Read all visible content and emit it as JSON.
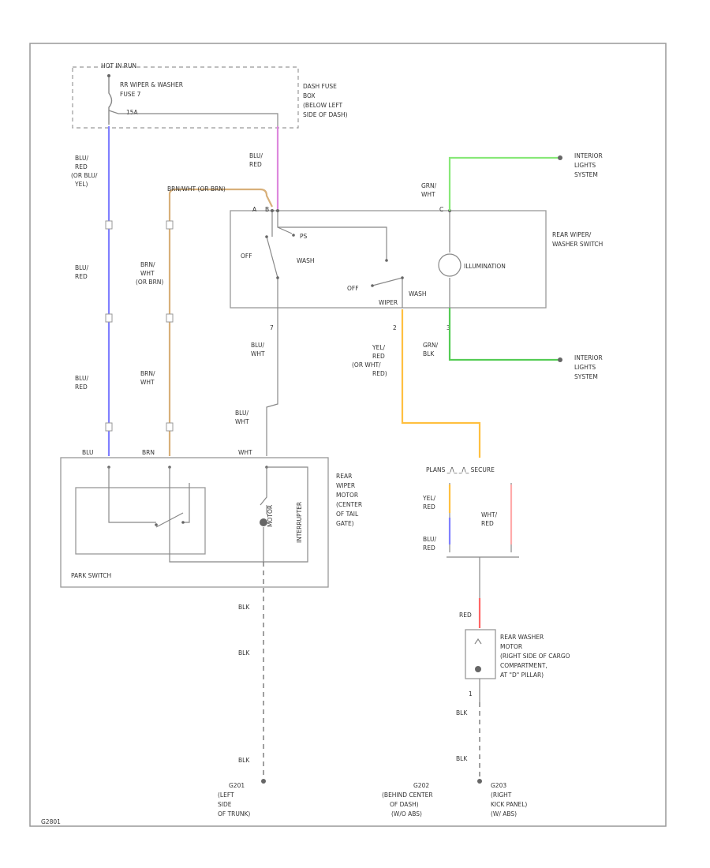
{
  "colors": {
    "blu_red": "#8080ff",
    "brn_wht": "#d8b07a",
    "blu_red_pink": "#dd88dd",
    "grn_wht": "#88e878",
    "grn_blk": "#55cc55",
    "yel_red": "#ffc040",
    "red": "#ff6666",
    "pink": "#ffaaaa",
    "wire_gray": "#888888"
  },
  "fuse": {
    "hot_label": "HOT IN RUN",
    "name_line1": "RR WIPER & WASHER",
    "name_line2": "FUSE 7",
    "amp": "15A",
    "box_line1": "DASH FUSE",
    "box_line2": "BOX",
    "box_line3": "(BELOW LEFT",
    "box_line4": "SIDE OF DASH)"
  },
  "wires": {
    "left_1_a": "BLU/",
    "left_1_b": "RED",
    "left_1_c": "(OR BLU/",
    "left_1_d": "YEL)",
    "left_2_a": "BLU/",
    "left_2_b": "RED",
    "left_3_a": "BLU/",
    "left_3_b": "RED",
    "brn_1_a": "BRN/",
    "brn_1_b": "WHT",
    "brn_1_c": "(OR BRN)",
    "brn_2_a": "BRN/",
    "brn_2_b": "WHT",
    "brn_top": "BRN/WHT (OR BRN)",
    "mid_top_a": "BLU/",
    "mid_top_b": "RED",
    "mid_1_a": "BLU/",
    "mid_1_b": "WHT",
    "mid_2_a": "BLU/",
    "mid_2_b": "WHT",
    "grn_wht_a": "GRN/",
    "grn_wht_b": "WHT",
    "grn_blk_a": "GRN/",
    "grn_blk_b": "BLK",
    "yel_a": "YEL/",
    "yel_b": "RED",
    "yel_c": "(OR WHT/",
    "yel_d": "RED)",
    "blk_1": "BLK",
    "blk_2": "BLK",
    "blk_3": "BLK",
    "blk_4": "BLK",
    "blk_5": "BLK",
    "red": "RED",
    "blu_at_box": "BLU",
    "brn_at_box": "BRN",
    "wht_at_box": "WHT"
  },
  "switch": {
    "title_a": "REAR WIPER/",
    "title_b": "WASHER SWITCH",
    "off_1": "OFF",
    "ps": "PS",
    "wash_1": "WASH",
    "off_2": "OFF",
    "wash_2": "WASH",
    "wiper": "WIPER",
    "illumination": "ILLUMINATION",
    "pin_a": "A",
    "pin_b": "B",
    "pin_c": "C",
    "pin_7": "7",
    "pin_2": "2",
    "pin_3": "3"
  },
  "lights": {
    "top_a": "INTERIOR",
    "top_b": "LIGHTS",
    "top_c": "SYSTEM",
    "bot_a": "INTERIOR",
    "bot_b": "LIGHTS",
    "bot_c": "SYSTEM"
  },
  "motor": {
    "title_a": "REAR",
    "title_b": "WIPER",
    "title_c": "MOTOR",
    "title_d": "(CENTER",
    "title_e": "OF TAIL",
    "title_f": "GATE)",
    "park_switch": "PARK SWITCH",
    "motor_lbl": "MOTOR",
    "interrupter": "INTERRUPTER"
  },
  "washer_conn": {
    "label": "PLANS _/\\_ _/\\_ SECURE",
    "yel_a": "YEL/",
    "yel_b": "RED",
    "blu_a": "BLU/",
    "blu_b": "RED",
    "wht_a": "WHT/",
    "wht_b": "RED"
  },
  "washer_motor": {
    "line1": "REAR WASHER",
    "line2": "MOTOR",
    "line3": "(RIGHT SIDE OF CARGO",
    "line4": "COMPARTMENT,",
    "line5": "AT \"D\" PILLAR)",
    "pin_1": "1"
  },
  "grounds": {
    "g1_a": "G201",
    "g1_b": "(LEFT",
    "g1_c": "SIDE",
    "g1_d": "OF TRUNK)",
    "g2_a": "G202",
    "g2_b": "(BEHIND CENTER",
    "g2_c": "OF DASH)",
    "g2_d": "(W/O ABS)",
    "g3_a": "G203",
    "g3_b": "(RIGHT",
    "g3_c": "KICK PANEL)",
    "g3_d": "(W/ ABS)"
  },
  "footer": {
    "code": "G2801"
  }
}
